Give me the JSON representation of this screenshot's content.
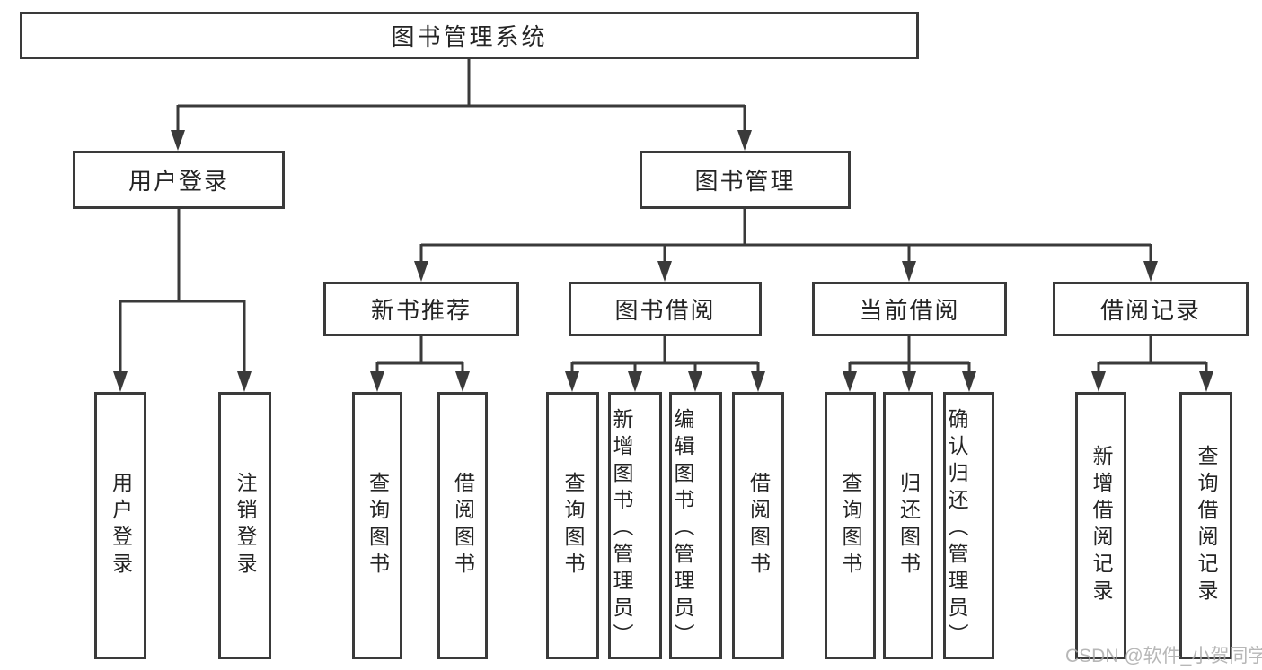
{
  "diagram": {
    "type": "hierarchy-tree",
    "title": "图书管理系统",
    "colors": {
      "background": "#ffffff",
      "line": "#3a3a3a",
      "box_border": "#3a3a3a",
      "text": "#242424",
      "watermark": "#aaaaaa"
    },
    "structure": {
      "label": "图书管理系统",
      "children": [
        {
          "label": "用户登录",
          "children": [
            {
              "label": "用户登录"
            },
            {
              "label": "注销登录"
            }
          ]
        },
        {
          "label": "图书管理",
          "children": [
            {
              "label": "新书推荐",
              "children": [
                {
                  "label": "查询图书"
                },
                {
                  "label": "借阅图书"
                }
              ]
            },
            {
              "label": "图书借阅",
              "children": [
                {
                  "label": "查询图书"
                },
                {
                  "label": "新增图书（管理员）"
                },
                {
                  "label": "编辑图书（管理员）"
                },
                {
                  "label": "借阅图书"
                }
              ]
            },
            {
              "label": "当前借阅",
              "children": [
                {
                  "label": "查询图书"
                },
                {
                  "label": "归还图书"
                },
                {
                  "label": "确认归还（管理员）"
                }
              ]
            },
            {
              "label": "借阅记录",
              "children": [
                {
                  "label": "新增借阅记录"
                },
                {
                  "label": "查询借阅记录"
                }
              ]
            }
          ]
        }
      ]
    },
    "watermark": {
      "text": "CSDN @软件_小贺同学"
    }
  }
}
